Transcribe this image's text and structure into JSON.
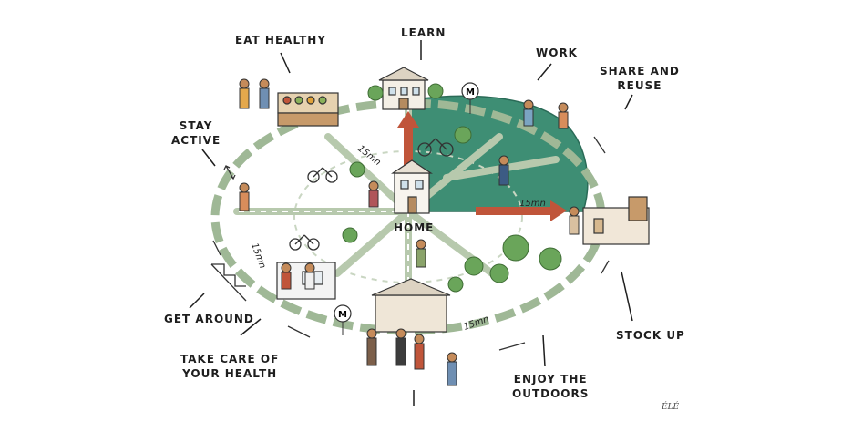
{
  "labels": {
    "eat_healthy": "EAT HEALTHY",
    "learn": "LEARN",
    "work": "WORK",
    "share_and_reuse": [
      "SHARE AND",
      "REUSE"
    ],
    "stay_active": [
      "STAY",
      "ACTIVE"
    ],
    "home": "HOME",
    "get_around": "GET AROUND",
    "take_care": [
      "TAKE CARE OF",
      "YOUR HEALTH"
    ],
    "stock_up": "STOCK UP",
    "enjoy_outdoors": [
      "ENJOY THE",
      "OUTDOORS"
    ]
  },
  "distance": "15mn",
  "metro": "M",
  "signature": "ÉLÉ",
  "colors": {
    "park_green": "#3e8e74",
    "dash_green": "#9fb896",
    "arrow_red": "#c0553a",
    "ink": "#1e1e1e"
  }
}
